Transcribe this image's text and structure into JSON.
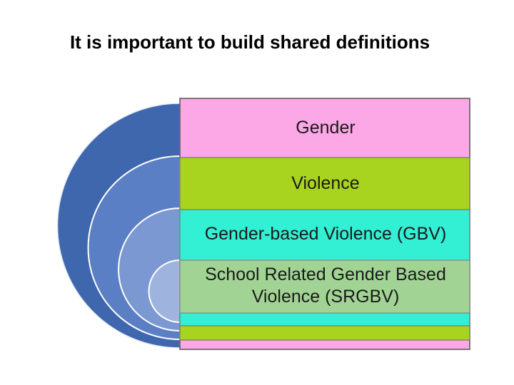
{
  "title": "It is important to build shared definitions",
  "layers": [
    {
      "label": "Gender",
      "arc_color": "#3f67ae",
      "band_color": "#fca8e7"
    },
    {
      "label": "Violence",
      "arc_color": "#5b7fc4",
      "band_color": "#a8d41f"
    },
    {
      "label": "Gender-based Violence (GBV)",
      "arc_color": "#7b98d2",
      "band_color": "#33efd3"
    },
    {
      "label": "School Related Gender Based Violence (SRGBV)",
      "arc_color": "#9fb3df",
      "band_color": "#a1d494"
    }
  ]
}
